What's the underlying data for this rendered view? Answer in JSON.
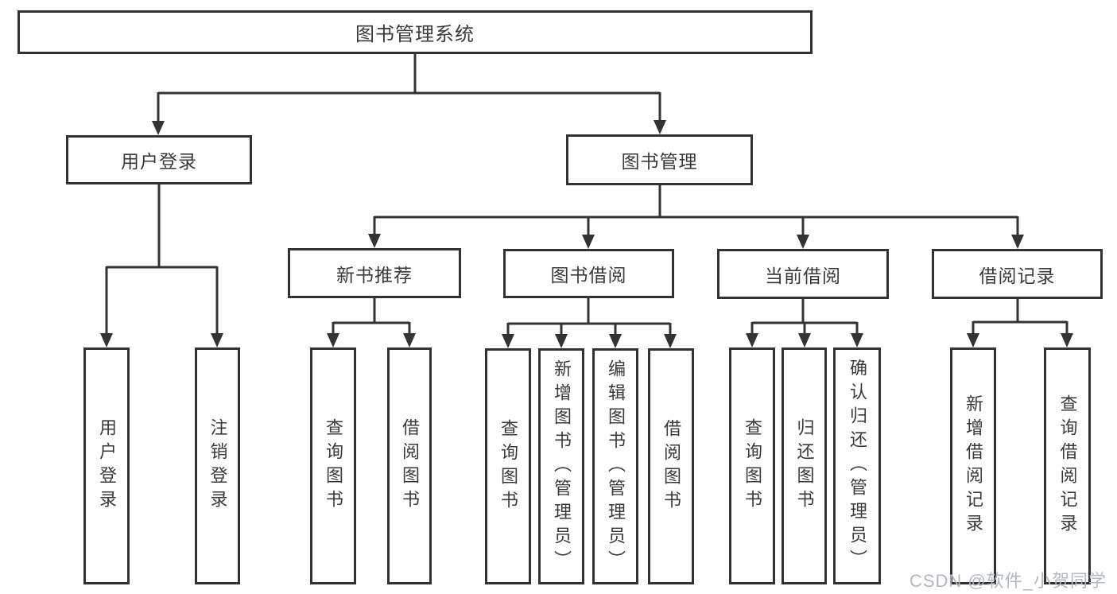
{
  "tree": {
    "root": {
      "label": "图书管理系统"
    },
    "branches": [
      {
        "label": "用户登录",
        "children": [
          {
            "label": "用户登录"
          },
          {
            "label": "注销登录"
          }
        ]
      },
      {
        "label": "图书管理",
        "children": [
          {
            "label": "新书推荐",
            "children": [
              {
                "label": "查询图书"
              },
              {
                "label": "借阅图书"
              }
            ]
          },
          {
            "label": "图书借阅",
            "children": [
              {
                "label": "查询图书"
              },
              {
                "label": "新增图书（管理员）"
              },
              {
                "label": "编辑图书（管理员）"
              },
              {
                "label": "借阅图书"
              }
            ]
          },
          {
            "label": "当前借阅",
            "children": [
              {
                "label": "查询图书"
              },
              {
                "label": "归还图书"
              },
              {
                "label": "确认归还（管理员）"
              }
            ]
          },
          {
            "label": "借阅记录",
            "children": [
              {
                "label": "新增借阅记录"
              },
              {
                "label": "查询借阅记录"
              }
            ]
          }
        ]
      }
    ]
  },
  "watermark": {
    "text": "CSDN @软件_小贺同学"
  },
  "colors": {
    "line": "#333333",
    "box_border": "#323232",
    "box_fill": "#ffffff",
    "text": "#3a3a3a",
    "watermark": "#b3b8be"
  }
}
